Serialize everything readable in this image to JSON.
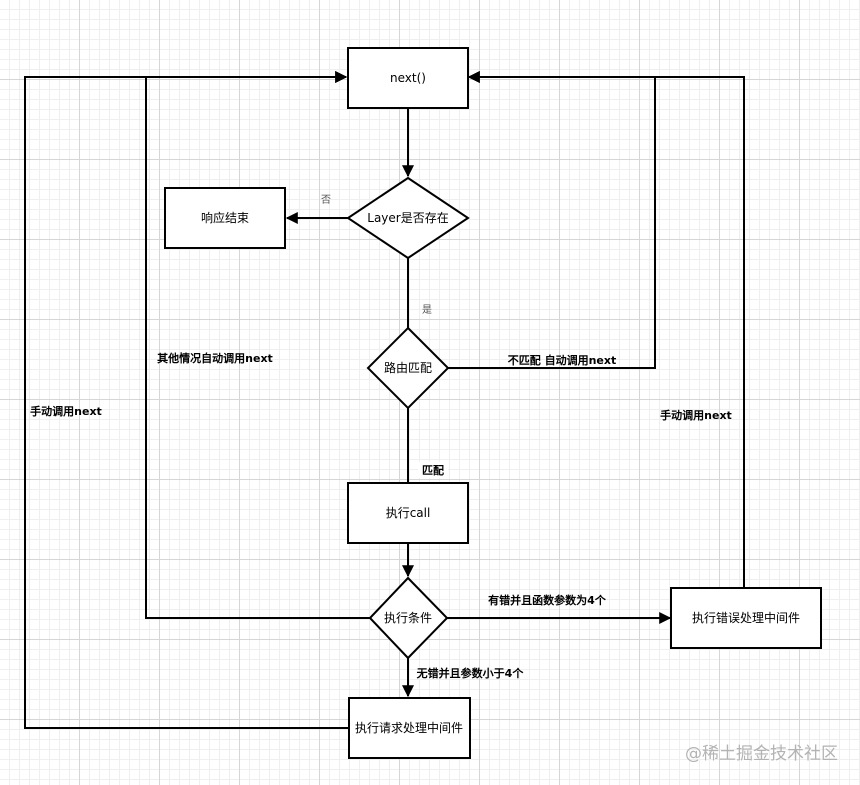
{
  "nodes": {
    "next": "next()",
    "layer_exists": "Layer是否存在",
    "response_end": "响应结束",
    "route_match": "路由匹配",
    "exec_call": "执行call",
    "exec_condition": "执行条件",
    "error_middleware": "执行错误处理中间件",
    "request_middleware": "执行请求处理中间件"
  },
  "edges": {
    "no": "否",
    "yes": "是",
    "match": "匹配",
    "no_match_auto_next": "不匹配 自动调用next",
    "other_auto_next": "其他情况自动调用next",
    "manual_next_left": "手动调用next",
    "manual_next_right": "手动调用next",
    "has_error_4_params": "有错并且函数参数为4个",
    "no_error_lt_4_params": "无错并且参数小于4个"
  },
  "watermark": "@稀土掘金技术社区"
}
